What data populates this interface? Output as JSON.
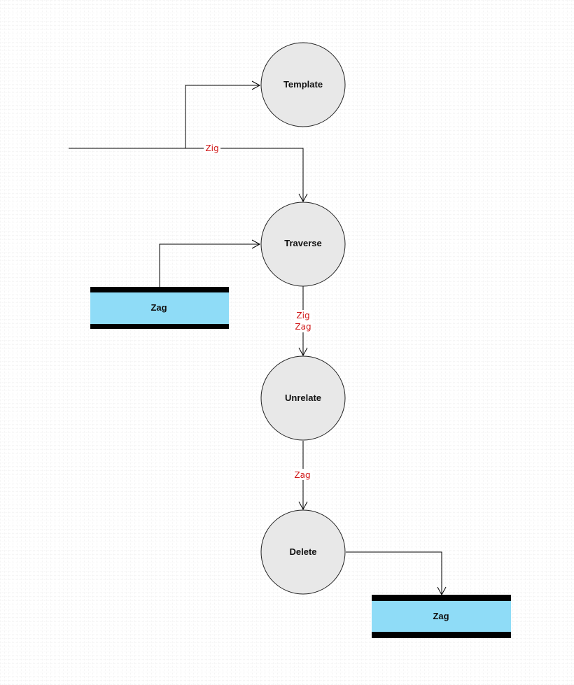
{
  "diagram": {
    "processes": [
      {
        "label": "Template"
      },
      {
        "label": "Traverse"
      },
      {
        "label": "Unrelate"
      },
      {
        "label": "Delete"
      }
    ],
    "stores": [
      {
        "label": "Zag"
      },
      {
        "label": "Zag"
      }
    ],
    "flows": [
      {
        "label": "Zig"
      },
      {
        "label": "Zig"
      },
      {
        "label": "Zag"
      },
      {
        "label": "Zag"
      }
    ]
  },
  "colors": {
    "process_fill": "#e8e8e8",
    "process_stroke": "#222222",
    "store_fill": "#8fdcf7",
    "store_band": "#000000",
    "edge": "#000000",
    "edge_label": "#d01818",
    "grid": "#d8d8d8"
  }
}
